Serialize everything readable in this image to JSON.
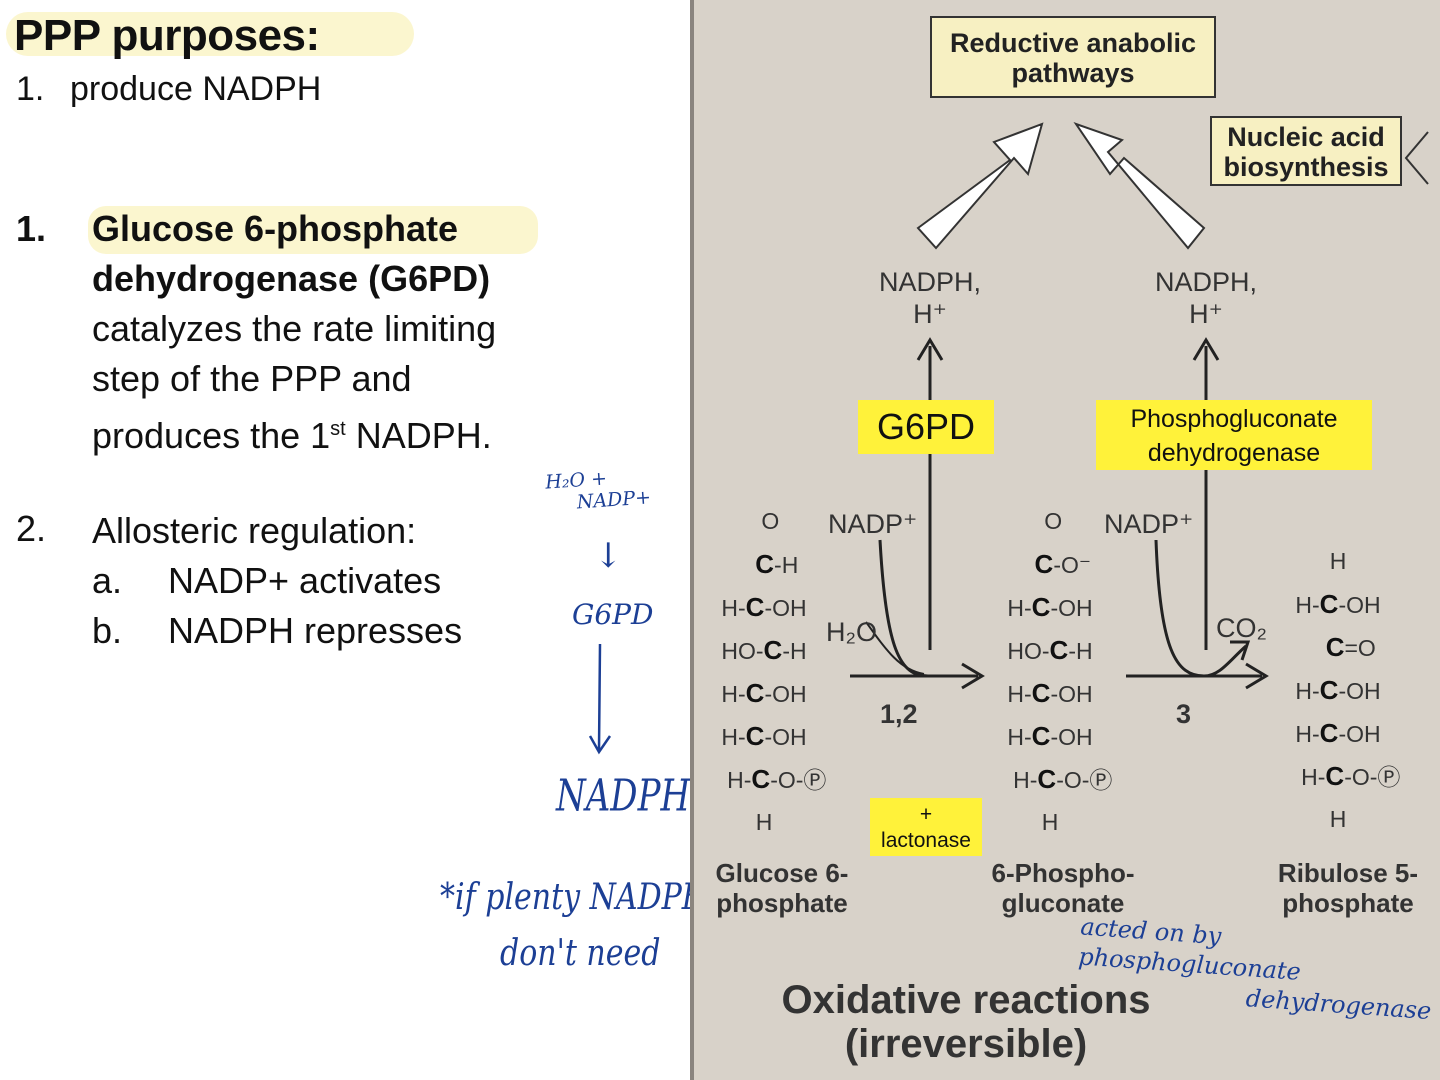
{
  "notes": {
    "title": "PPP purposes:",
    "purpose_num": "1.",
    "purpose_text": "produce NADPH",
    "item1_num": "1.",
    "item1_bold_line1": "Glucose 6-phosphate",
    "item1_bold_line2": "dehydrogenase (G6PD)",
    "item1_line3": "catalyzes the rate limiting",
    "item1_line4": "step of the PPP and",
    "item1_line5_pre": "produces the 1",
    "item1_line5_sup": "st",
    "item1_line5_post": " NADPH.",
    "item2_num": "2.",
    "item2_text": "Allosteric regulation:",
    "sub_a_letter": "a.",
    "sub_a_text": "NADP+ activates",
    "sub_b_letter": "b.",
    "sub_b_text": "NADPH represses"
  },
  "handwriting": {
    "h2o_line1": "H₂O +",
    "h2o_line2": "NADP+",
    "arrow1": "↓",
    "g6pd": "G6PD",
    "nadph": "NADPH",
    "note_line1": "*if plenty NADPH",
    "note_line2": "don't need",
    "acted_line1": "acted on by phosphogluconate",
    "acted_line2": "dehydrogenase"
  },
  "diagram": {
    "top_box": "Reductive anabolic pathways",
    "nucleic_box_line1": "Nucleic acid",
    "nucleic_box_line2": "biosynthesis",
    "nadph_line1": "NADPH,",
    "nadph_line2": "H⁺",
    "enzyme1": "G6PD",
    "enzyme2_line1": "Phosphogluconate",
    "enzyme2_line2": "dehydrogenase",
    "nadp_plus": "NADP⁺",
    "h2o": "H₂O",
    "co2": "CO₂",
    "step1": "1,2",
    "step2": "3",
    "lactonase_plus": "+",
    "lactonase": "lactonase",
    "mol1_line1": "Glucose 6-",
    "mol1_line2": "phosphate",
    "mol2_line1": "6-Phospho-",
    "mol2_line2": "gluconate",
    "mol3_line1": "Ribulose 5-",
    "mol3_line2": "phosphate",
    "footer_line1": "Oxidative reactions",
    "footer_line2": "(irreversible)"
  },
  "colors": {
    "panel_bg": "#d8d2c9",
    "enzyme_highlight": "#fff23a",
    "text_highlight": "#fbf6cf",
    "handwriting": "#1c3f95"
  }
}
